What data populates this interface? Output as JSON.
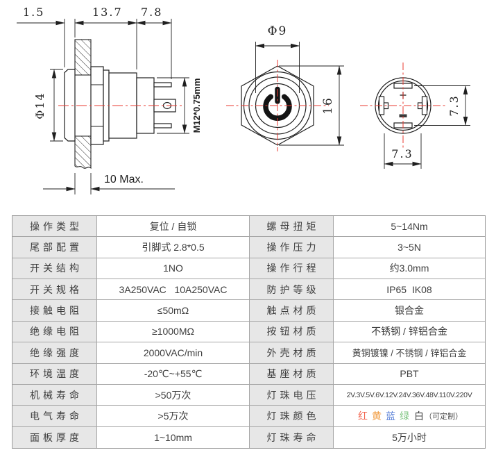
{
  "colors": {
    "line": "#1f1f1f",
    "centerline": "#e8392f",
    "table_border": "#a6a6a6",
    "label_bg": "#e7e7e7",
    "text": "#3d3d3d"
  },
  "drawing": {
    "side": {
      "dim_cap_protrusion": "1.5",
      "dim_body_length": "13.7",
      "dim_pin_length": "7.8",
      "dim_head_diameter": "Φ14",
      "dim_thread": "M12*0.75mm",
      "dim_panel_thickness": "10 Max."
    },
    "front": {
      "dim_button_diameter": "Φ9",
      "dim_hex_height": "16"
    },
    "rear": {
      "dim_pin_pitch_vertical": "7.3",
      "dim_pin_pitch_horizontal": "7.3"
    }
  },
  "spec_table": {
    "rows": [
      {
        "ll": "操作类型",
        "lv": "复位 / 自锁",
        "rl": "螺母扭矩",
        "rv": "5~14Nm"
      },
      {
        "ll": "尾部配置",
        "lv": "引脚式 2.8*0.5",
        "rl": "操作压力",
        "rv": "3~5N"
      },
      {
        "ll": "开关结构",
        "lv": "1NO",
        "rl": "操作行程",
        "rv": "约3.0mm"
      },
      {
        "ll": "开关规格",
        "lv": "3A250VAC   10A250VAC",
        "rl": "防护等级",
        "rv": "IP65  IK08"
      },
      {
        "ll": "接触电阻",
        "lv": "≤50mΩ",
        "rl": "触点材质",
        "rv": "银合金"
      },
      {
        "ll": "绝缘电阻",
        "lv": "≥1000MΩ",
        "rl": "按钮材质",
        "rv": "不锈钢 / 锌铝合金"
      },
      {
        "ll": "绝缘强度",
        "lv": "2000VAC/min",
        "rl": "外壳材质",
        "rv": "黄铜镀镍 / 不锈钢 / 锌铝合金",
        "rv_mid": true
      },
      {
        "ll": "环境温度",
        "lv": "-20℃~+55℃",
        "rl": "基座材质",
        "rv": "PBT"
      },
      {
        "ll": "机械寿命",
        "lv": ">50万次",
        "rl": "灯珠电压",
        "rv": "2V.3V.5V.6V.12V.24V.36V.48V.110V.220V",
        "rv_small": true
      },
      {
        "ll": "电气寿命",
        "lv": ">5万次",
        "rl": "灯珠颜色",
        "rv_led": true
      },
      {
        "ll": "面板厚度",
        "lv": "1~10mm",
        "rl": "灯珠寿命",
        "rv": "5万小时"
      }
    ]
  },
  "led_row": {
    "colors": [
      {
        "t": "红",
        "c": "#f2634d"
      },
      {
        "t": "黄",
        "c": "#f09a3c"
      },
      {
        "t": "蓝",
        "c": "#5b82d8"
      },
      {
        "t": "绿",
        "c": "#7cc47f"
      }
    ],
    "white": "白",
    "note": "（可定制）"
  }
}
